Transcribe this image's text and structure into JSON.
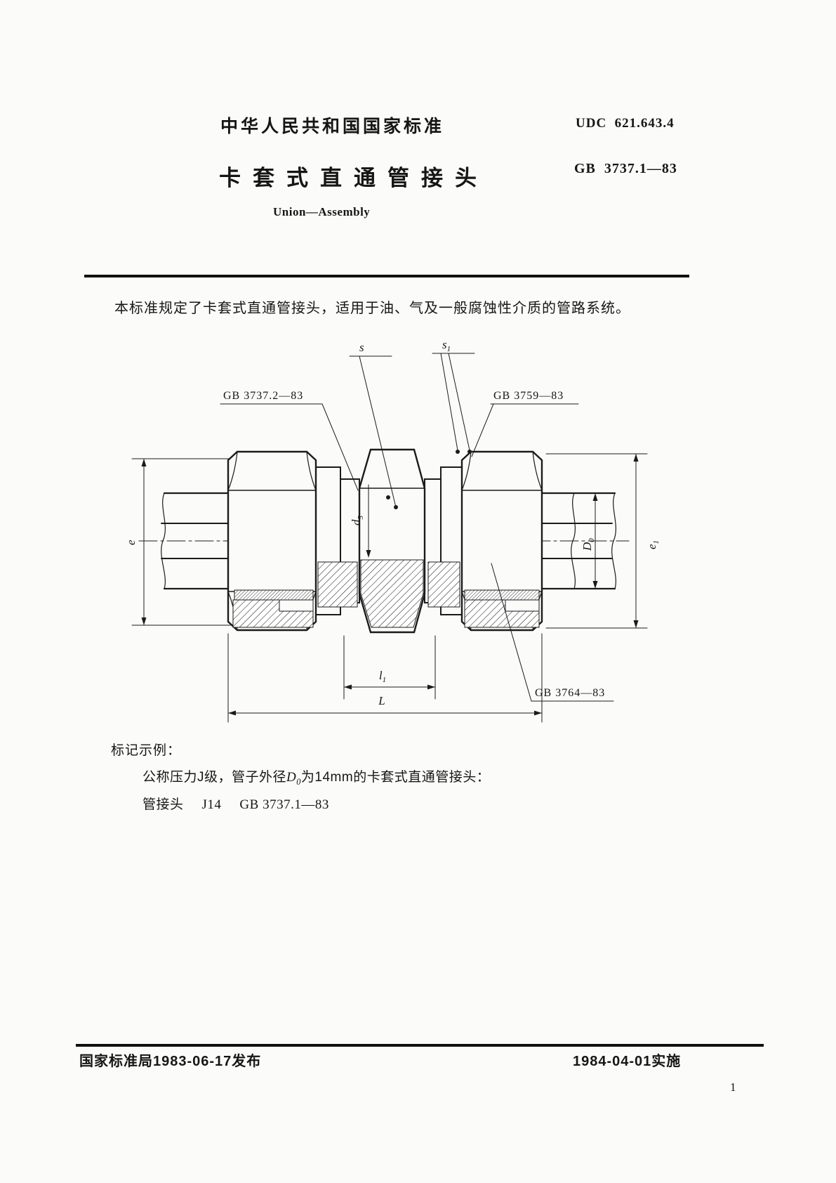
{
  "page": {
    "number": "1"
  },
  "header": {
    "org_line": "中华人民共和国国家标准",
    "udc": "UDC  621.643.4",
    "title": "卡套式直通管接头",
    "standard_no": "GB  3737.1—83",
    "title_en": "Union—Assembly"
  },
  "intro": "本标准规定了卡套式直通管接头，适用于油、气及一般腐蚀性介质的管路系统。",
  "figure": {
    "callout_s": "s",
    "callout_s1": {
      "base": "s",
      "sub": "1"
    },
    "gb_ferrule": "GB 3737.2—83",
    "gb_nut": "GB 3759—83",
    "gb_washer": "GB 3764—83",
    "dim_e": "e",
    "dim_e1": {
      "base": "e",
      "sub": "1"
    },
    "dim_D0": {
      "base": "D",
      "sub": "0"
    },
    "dim_d5": {
      "base": "d",
      "sub": "5"
    },
    "dim_l1": {
      "base": "l",
      "sub": "1"
    },
    "dim_L": "L"
  },
  "example": {
    "heading": "标记示例：",
    "line1_pre": "公称压力J级，管子外径",
    "line1_sym": {
      "base": "D",
      "sub": "0"
    },
    "line1_post": "为14mm的卡套式直通管接头：",
    "line2_term": "管接头",
    "line2_code": "J14",
    "line2_std": "GB  3737.1—83"
  },
  "footer": {
    "issued": "国家标准局1983-06-17发布",
    "implemented": "1984-04-01实施"
  }
}
